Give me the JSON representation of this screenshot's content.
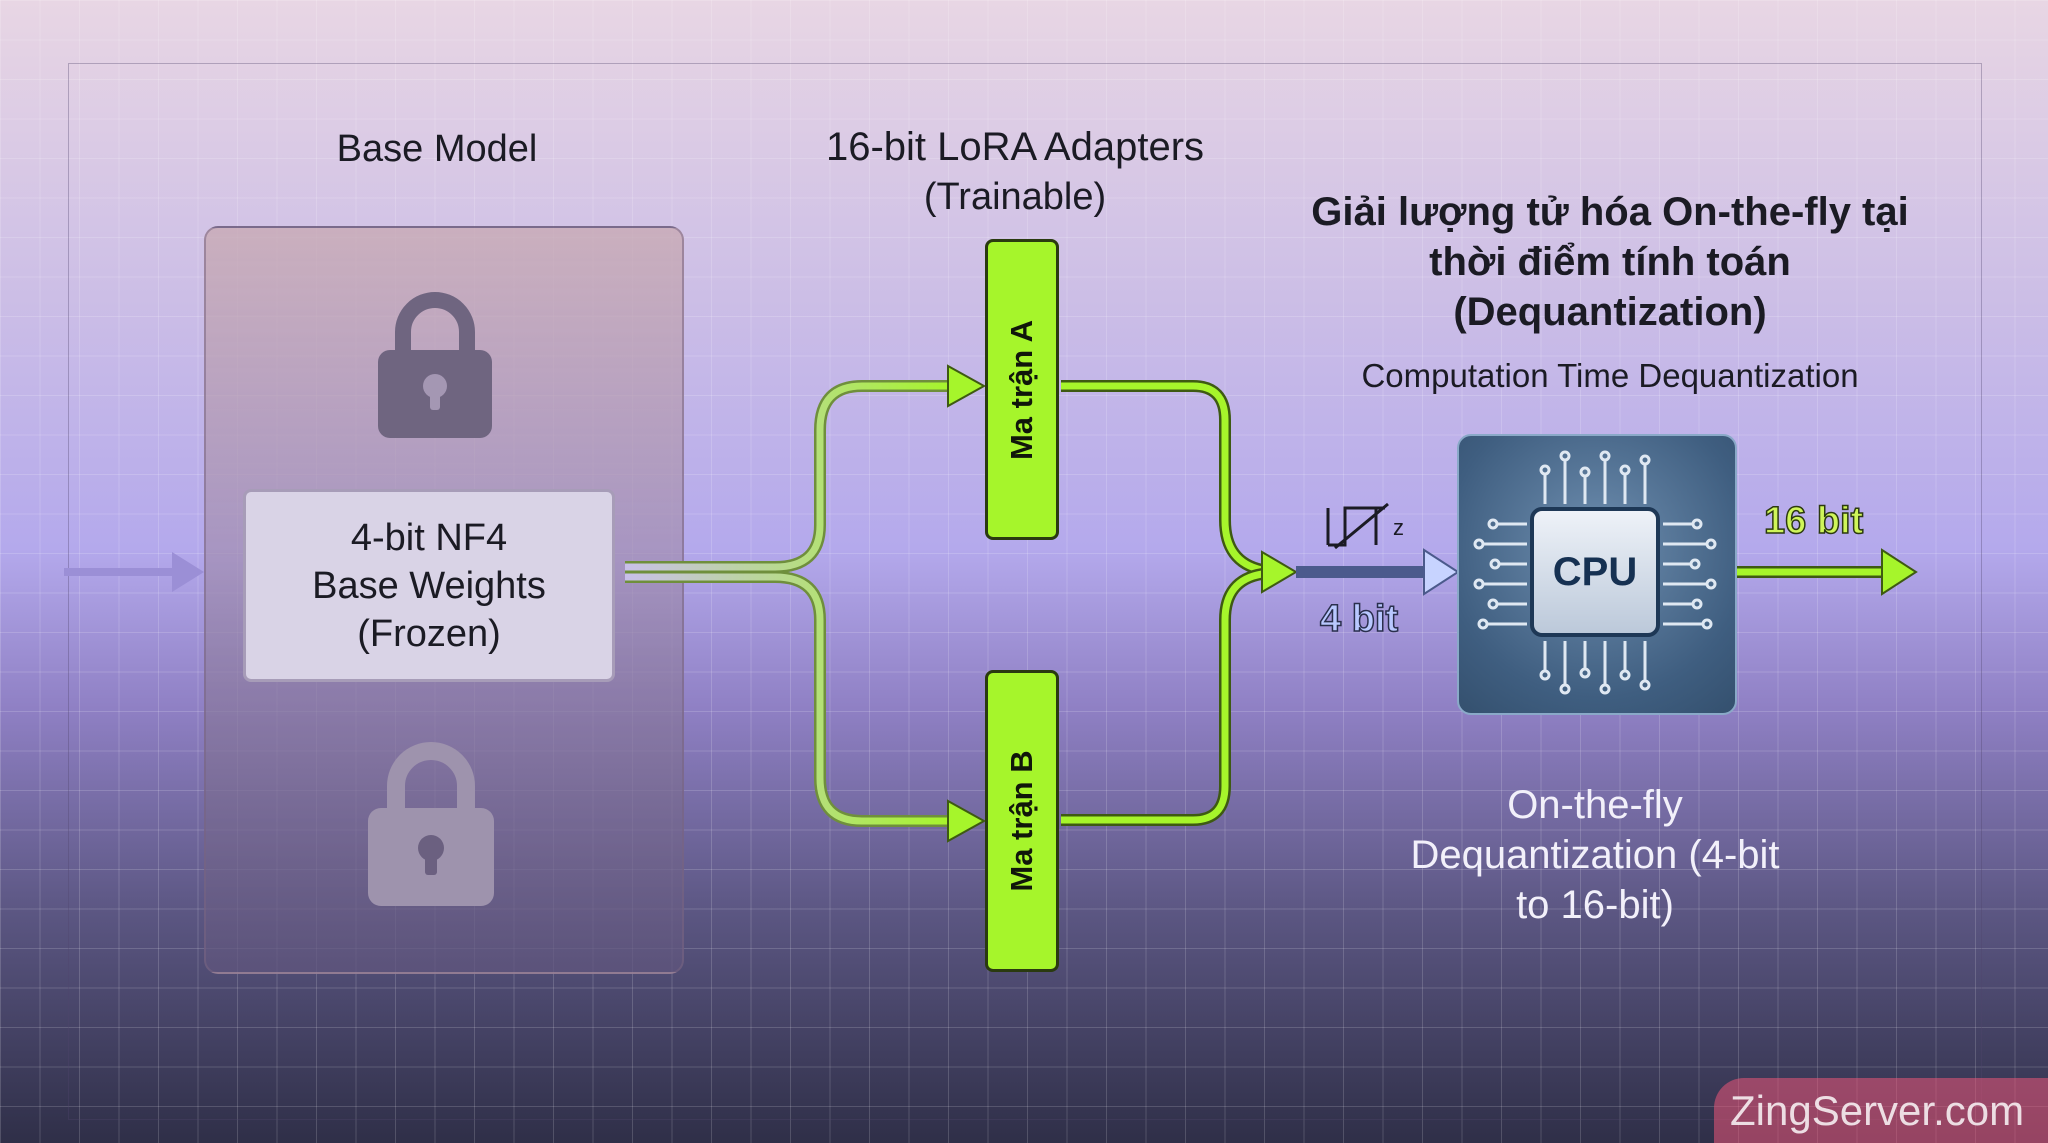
{
  "base_model": {
    "title": "Base Model",
    "box_line1": "4-bit NF4",
    "box_line2": "Base Weights",
    "box_line3": "(Frozen)"
  },
  "lora": {
    "title": "16-bit LoRA Adapters",
    "subtitle": "(Trainable)",
    "matrix_a": "Ma trận A",
    "matrix_b": "Ma trận B"
  },
  "dequant": {
    "title": "Giải lượng tử hóa On-the-fly tại thời điểm tính toán (Dequantization)",
    "subtitle": "Computation Time Dequantization",
    "cpu_label": "CPU",
    "input_label": "4 bit",
    "output_label": "16 bit",
    "caption": "On-the-fly Dequantization (4-bit to 16-bit)"
  },
  "watermark": "ZingServer.com",
  "colors": {
    "accent_green": "#a6f52b",
    "input_blue": "#b9c8ff",
    "lock_gray": "#6f6580"
  }
}
